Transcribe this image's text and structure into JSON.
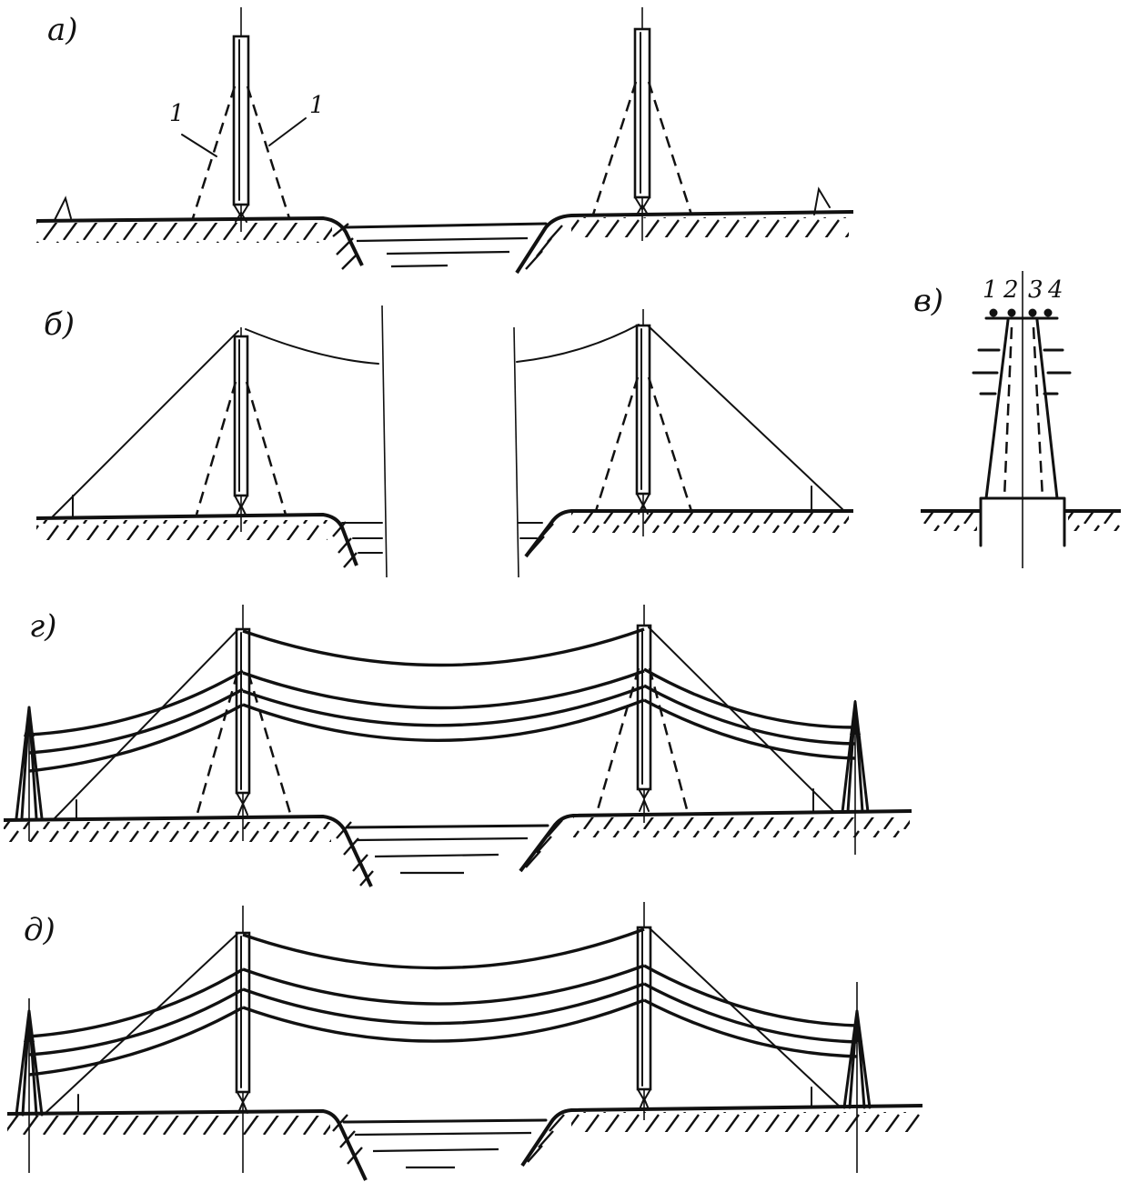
{
  "panels": [
    {
      "label": "а)",
      "callouts": [
        "1",
        "1"
      ]
    },
    {
      "label": "б)"
    },
    {
      "label": "в)",
      "wire_numbers": [
        "1",
        "2",
        "3",
        "4"
      ]
    },
    {
      "label": "г)"
    },
    {
      "label": "д)"
    }
  ],
  "colors": {
    "ink": "#111111",
    "paper": "#ffffff"
  }
}
